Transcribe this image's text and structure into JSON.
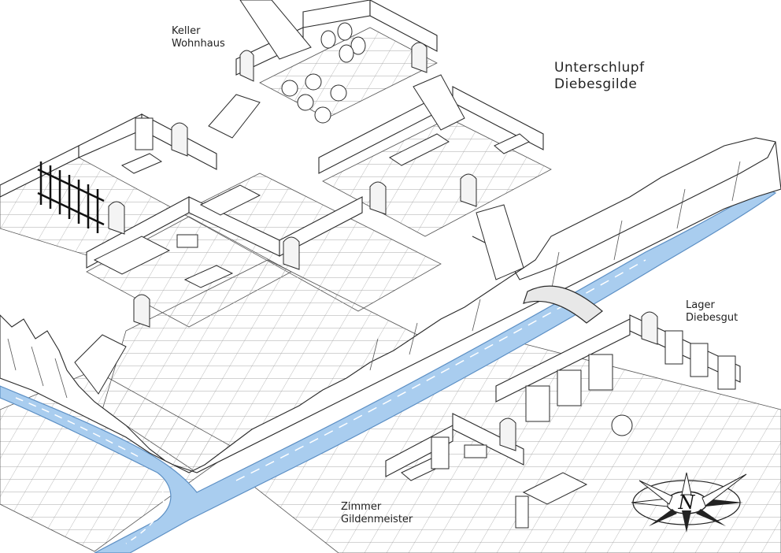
{
  "map": {
    "title": {
      "line1": "Unterschlupf",
      "line2": "Diebesgilde"
    },
    "rooms": [
      {
        "id": "keller",
        "line1": "Keller",
        "line2": "Wohnhaus"
      },
      {
        "id": "lager",
        "line1": "Lager",
        "line2": "Diebesgut"
      },
      {
        "id": "zimmer",
        "line1": "Zimmer",
        "line2": "Gildenmeister"
      }
    ],
    "compass": {
      "letter": "N"
    },
    "colors": {
      "water": "#a9cdef",
      "water_edge": "#5c8fc4",
      "lines": "#2a2a2a",
      "grid": "#9a9a9a",
      "background": "#ffffff"
    }
  }
}
